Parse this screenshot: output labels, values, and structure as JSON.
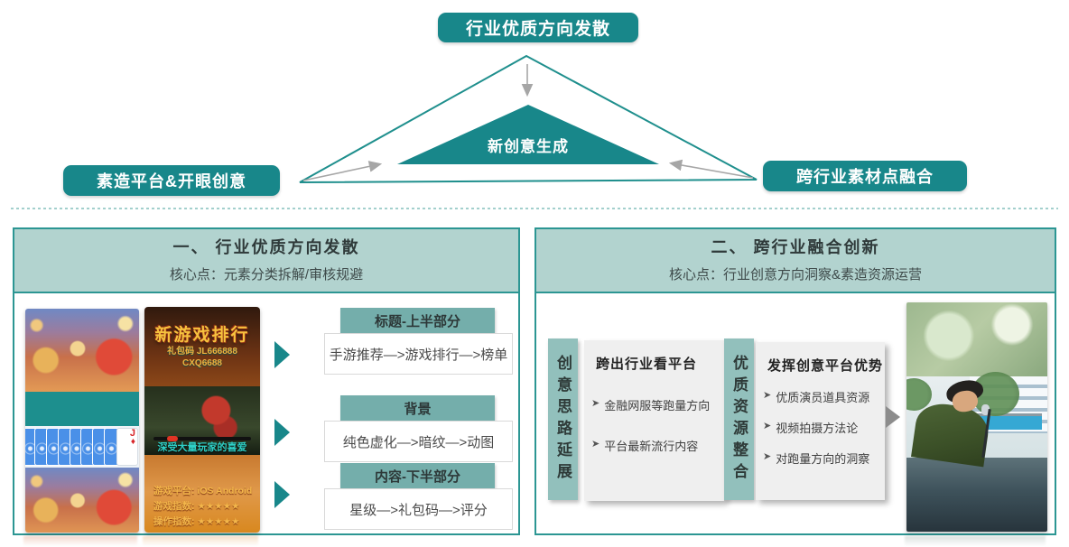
{
  "colors": {
    "teal_primary": "#18878a",
    "panel_border": "#2c9693",
    "panel_header_bg": "#b2d3cf",
    "group_header_bg": "#74aeab",
    "vbar_bg": "#92c0bc",
    "gray_box_bg": "#efefef",
    "arrow_gray": "#a6a6a6",
    "poster_gold": "#f6c23e"
  },
  "top_diagram": {
    "title": "行业优质方向发散",
    "center_label": "新创意生成",
    "left_box": "素造平台&开眼创意",
    "right_box": "跨行业素材点融合"
  },
  "left_panel": {
    "title": "一、 行业优质方向发散",
    "subtitle": "核心点：元素分类拆解/审核规避",
    "collage": {
      "card_rank": "J",
      "card_suit": "♦"
    },
    "poster": {
      "title": "新游戏排行",
      "gift_code_line1": "礼包码 JL666888",
      "gift_code_line2": "CXQ6688",
      "caption": "深受大量玩家的喜爱",
      "platform": "游戏平台: iOS Android",
      "rating1": "游戏指数: ★★★★★",
      "rating2": "操作指数: ★★★★★"
    },
    "groups": [
      {
        "header": "标题-上半部分",
        "body": "手游推荐—>游戏排行—>榜单"
      },
      {
        "header": "背景",
        "body": "纯色虚化—>暗纹—>动图"
      },
      {
        "header": "内容-下半部分",
        "body": "星级—>礼包码—>评分"
      }
    ]
  },
  "right_panel": {
    "title": "二、 跨行业融合创新",
    "subtitle": "核心点：行业创意方向洞察&素造资源运营",
    "bar1": "创意思路延展",
    "bar2": "优质资源整合",
    "bullet_icon": "➤",
    "box1": {
      "title": "跨出行业看平台",
      "bullets": [
        "金融网服等跑量方向",
        "平台最新流行内容"
      ]
    },
    "box2": {
      "title": "发挥创意平台优势",
      "bullets": [
        "优质演员道具资源",
        "视频拍摄方法论",
        "对跑量方向的洞察"
      ]
    }
  }
}
